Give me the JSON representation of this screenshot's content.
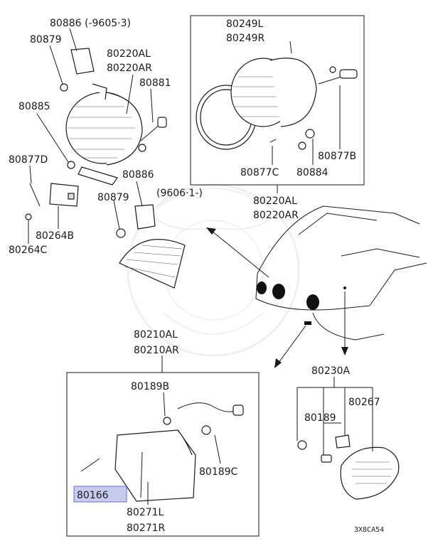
{
  "labels": {
    "p80886_date": "80886 (-9605·3)",
    "p80879_a": "80879",
    "p80220AL_a": "80220AL",
    "p80220AR_a": "80220AR",
    "p80881": "80881",
    "p80885": "80885",
    "p80877D": "80877D",
    "p80264B": "80264B",
    "p80264C": "80264C",
    "p80886_b": "80886",
    "p80879_b": "80879",
    "date_b": "(9606·1-)",
    "p80249L": "80249L",
    "p80249R": "80249R",
    "p80877B": "80877B",
    "p80877C": "80877C",
    "p80884": "80884",
    "p80220AL_b": "80220AL",
    "p80220AR_b": "80220AR",
    "p80210AL": "80210AL",
    "p80210AR": "80210AR",
    "p80189B": "80189B",
    "p80189C": "80189C",
    "p80166": "80166",
    "p80271L": "80271L",
    "p80271R": "80271R",
    "p80230A": "80230A",
    "p80189": "80189",
    "p80267": "80267",
    "diagram_code": "3X8CA54"
  },
  "highlight_color": "#c8cbf0"
}
